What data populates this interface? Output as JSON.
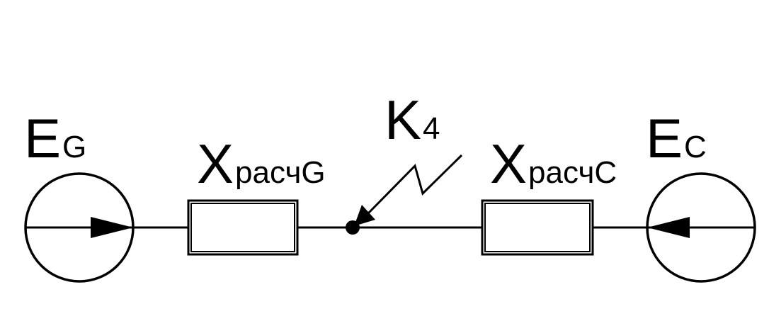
{
  "labels": {
    "eg_main": "E",
    "eg_sub": "G",
    "xg_main": "X",
    "xg_sub": "расчG",
    "k_main": "K",
    "k_sub": "4",
    "xc_main": "X",
    "xc_sub": "расчC",
    "ec_main": "E",
    "ec_sub": "C"
  }
}
